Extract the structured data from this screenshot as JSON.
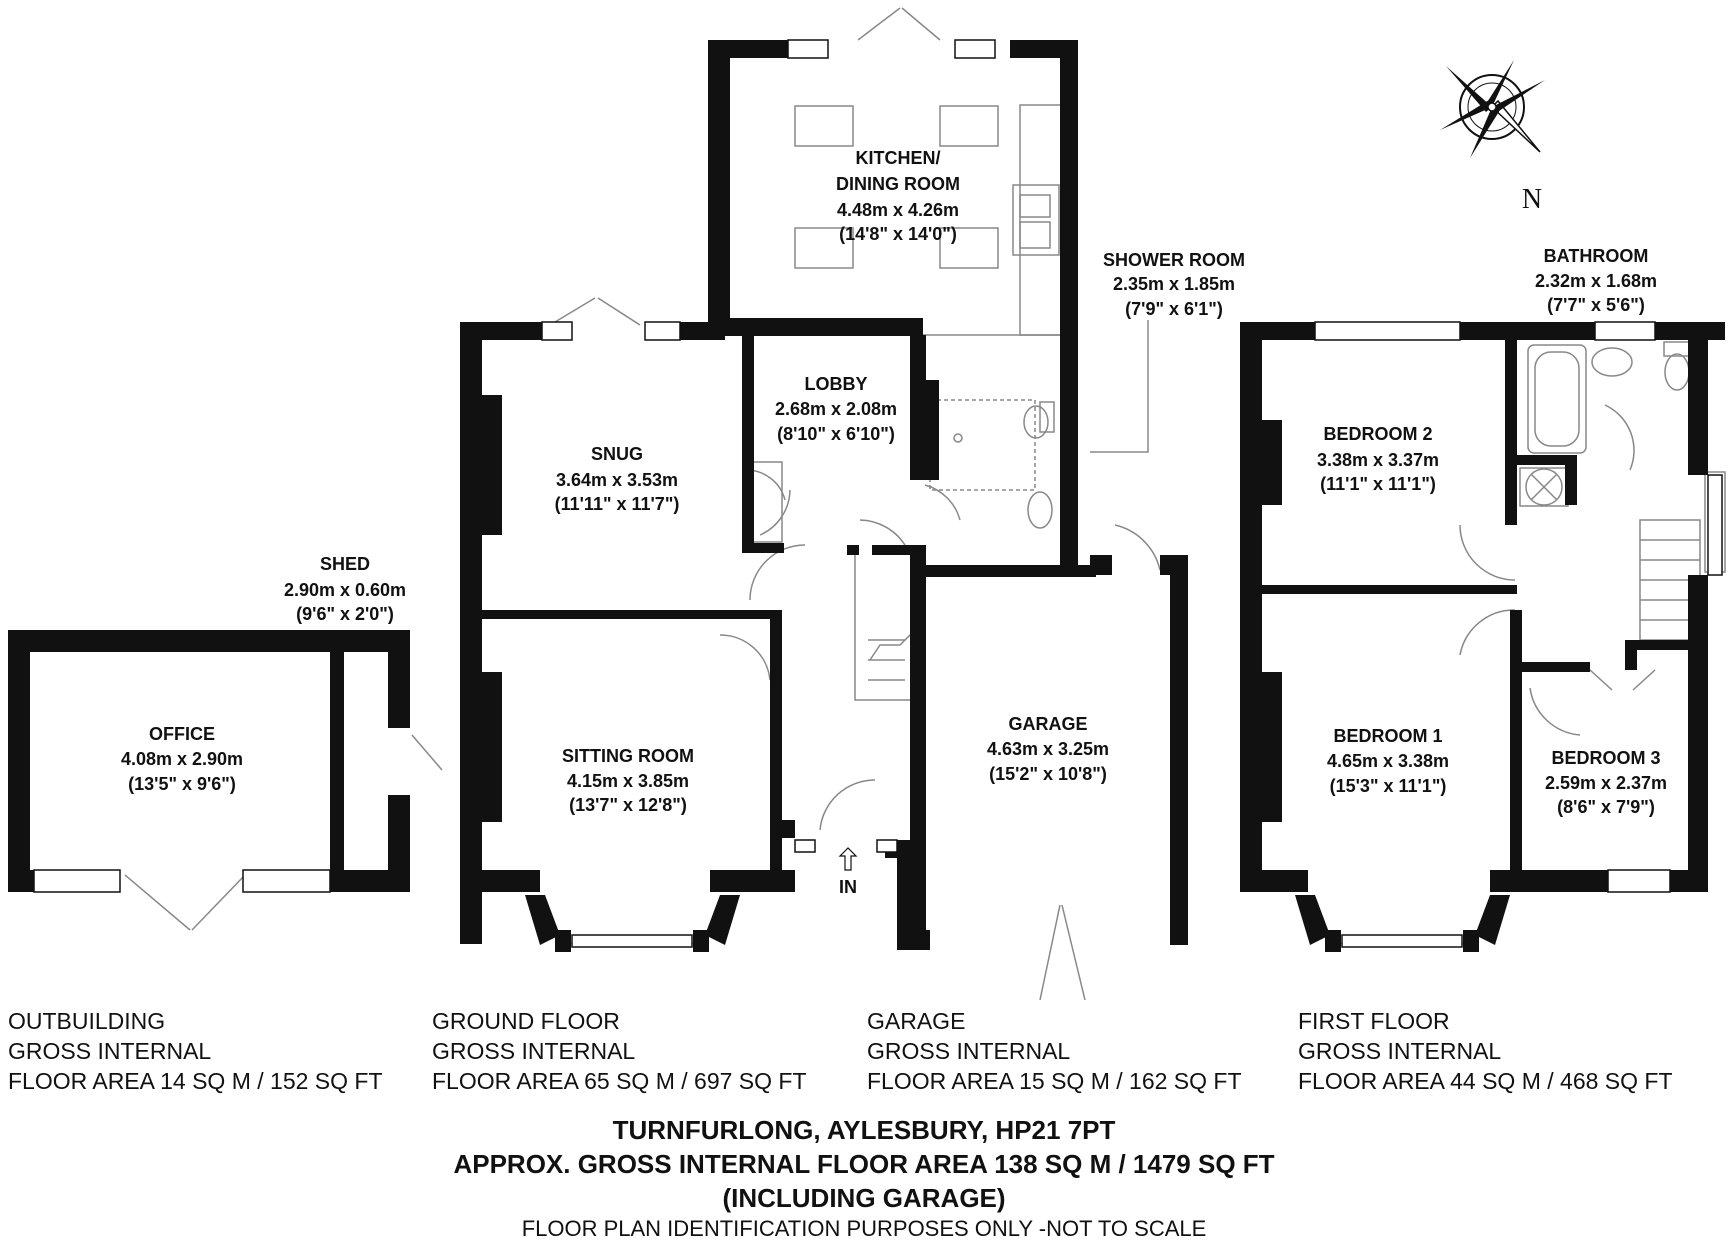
{
  "rooms": {
    "kitchen": [
      "KITCHEN/",
      "DINING ROOM",
      "4.48m x 4.26m",
      "(14'8\" x 14'0\")"
    ],
    "shower": [
      "SHOWER ROOM",
      "2.35m x 1.85m",
      "(7'9\" x 6'1\")"
    ],
    "bathroom": [
      "BATHROOM",
      "2.32m x 1.68m",
      "(7'7\" x 5'6\")"
    ],
    "lobby": [
      "LOBBY",
      "2.68m x 2.08m",
      "(8'10\" x 6'10\")"
    ],
    "snug": [
      "SNUG",
      "3.64m x 3.53m",
      "(11'11\" x 11'7\")"
    ],
    "bedroom2": [
      "BEDROOM 2",
      "3.38m x 3.37m",
      "(11'1\" x 11'1\")"
    ],
    "shed": [
      "SHED",
      "2.90m x 0.60m",
      "(9'6\" x 2'0\")"
    ],
    "office": [
      "OFFICE",
      "4.08m x 2.90m",
      "(13'5\" x 9'6\")"
    ],
    "garage": [
      "GARAGE",
      "4.63m x 3.25m",
      "(15'2\" x 10'8\")"
    ],
    "sitting": [
      "SITTING ROOM",
      "4.15m x 3.85m",
      "(13'7\" x 12'8\")"
    ],
    "bedroom1": [
      "BEDROOM 1",
      "4.65m x 3.38m",
      "(15'3\" x 11'1\")"
    ],
    "bedroom3": [
      "BEDROOM 3",
      "2.59m x 2.37m",
      "(8'6\" x 7'9\")"
    ]
  },
  "entrance": "IN",
  "compass": "N",
  "areas": {
    "outbuilding": [
      "OUTBUILDING",
      "GROSS INTERNAL",
      "FLOOR AREA 14 SQ M / 152 SQ FT"
    ],
    "ground": [
      "GROUND FLOOR",
      "GROSS INTERNAL",
      "FLOOR AREA 65 SQ M / 697 SQ FT"
    ],
    "garage": [
      "GARAGE",
      "GROSS INTERNAL",
      "FLOOR AREA 15 SQ M / 162 SQ FT"
    ],
    "first": [
      "FIRST FLOOR",
      "GROSS INTERNAL",
      "FLOOR AREA 44 SQ M / 468 SQ FT"
    ]
  },
  "footer": {
    "address": "TURNFURLONG, AYLESBURY, HP21 7PT",
    "total_area": "APPROX. GROSS INTERNAL FLOOR AREA 138 SQ M / 1479 SQ FT",
    "including": "(INCLUDING GARAGE)",
    "disclaimer": "FLOOR PLAN IDENTIFICATION PURPOSES ONLY -NOT TO SCALE"
  },
  "colors": {
    "wall": "#111111",
    "line": "#888888",
    "background": "#ffffff"
  }
}
